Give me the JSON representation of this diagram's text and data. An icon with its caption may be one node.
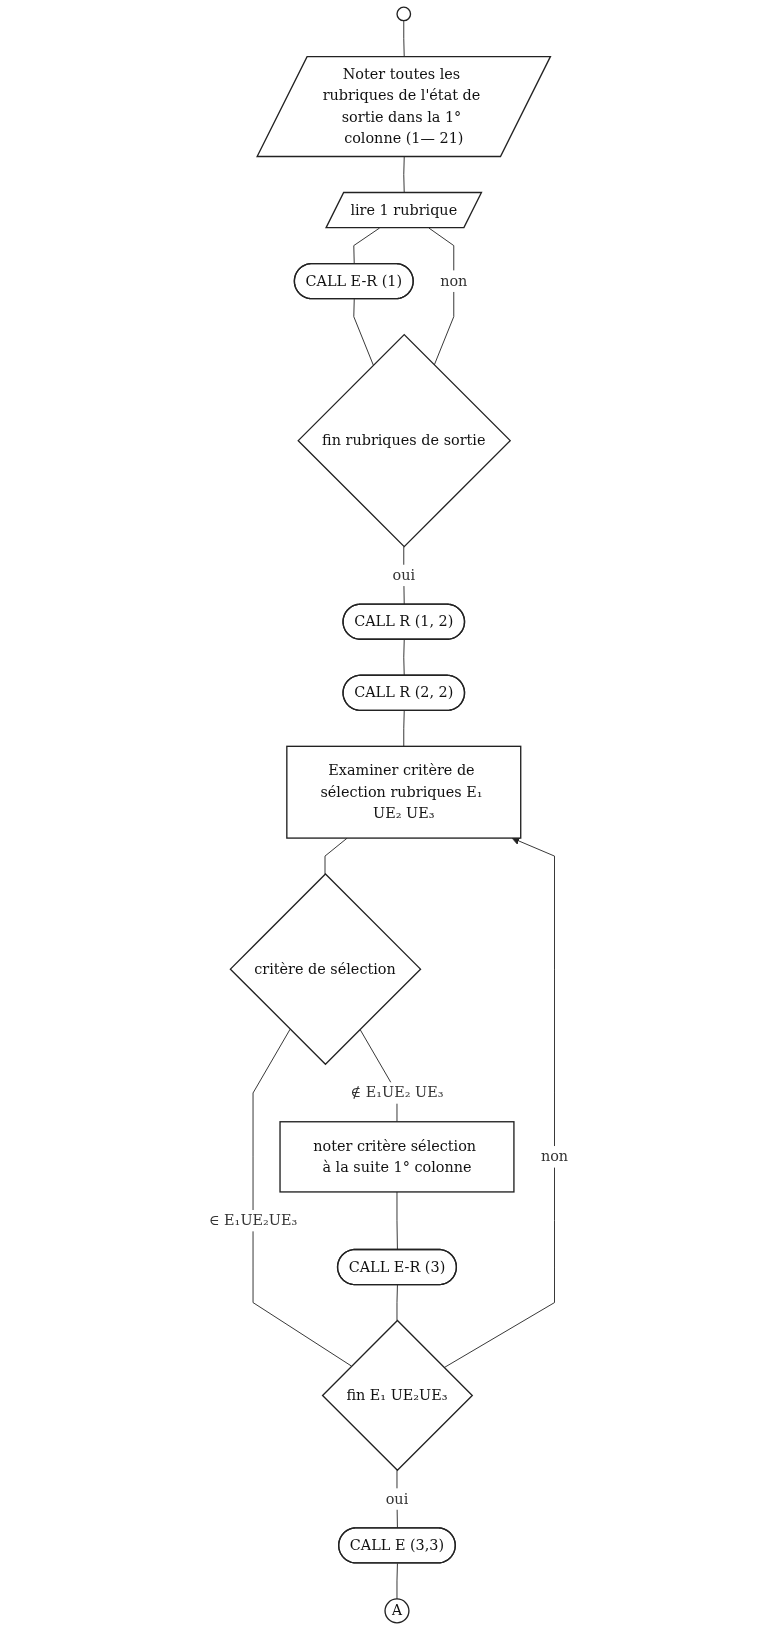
{
  "diagram": {
    "nodes": [
      {
        "text": [],
        "shape": "circle"
      },
      {
        "text": [
          "Noter toutes les rubriques de l'état de sortie dans la 1° colonne (1— 21)"
        ]
      },
      {
        "text": [
          "lire 1 rubrique"
        ]
      },
      {
        "text": [
          "CALL E-R (1)"
        ]
      },
      {
        "text": [
          "fin rubriques de sortie"
        ]
      },
      {
        "text": [
          "CALL R (1, 2)"
        ]
      },
      {
        "text": [
          "CALL R (2, 2)"
        ]
      },
      {
        "text": [
          "Examiner critère de sélection rubriques E₁ UE₂ UE₃"
        ]
      },
      {
        "text": [
          "critère de sélection"
        ]
      },
      {
        "text": [
          "noter critère sélection à la suite 1° colonne"
        ]
      },
      {
        "text": [
          "CALL E-R (3)"
        ]
      },
      {
        "text": [
          "fin E₁ UE₂UE₃"
        ]
      },
      {
        "text": [
          "CALL E (3,3)"
        ]
      },
      {
        "text": [
          "A"
        ]
      }
    ],
    "edges": [
      {
        "from": 0,
        "to": 1,
        "arrow": "none"
      },
      {
        "from": 1,
        "to": 2,
        "arrow": "none"
      },
      {
        "from": 2,
        "to": 3,
        "arrow": "none"
      },
      {
        "from": 3,
        "to": 4,
        "arrow": "none"
      },
      {
        "from": 4,
        "to": 2,
        "arrow": "none",
        "label": "non"
      },
      {
        "from": 4,
        "to": 5,
        "arrow": "none",
        "label": "oui"
      },
      {
        "from": 5,
        "to": 6,
        "arrow": "none"
      },
      {
        "from": 6,
        "to": 7,
        "arrow": "none"
      },
      {
        "from": 7,
        "to": 8,
        "arrow": "none"
      },
      {
        "from": 8,
        "to": 11,
        "arrow": "none",
        "label": "∈ E₁UE₂UE₃"
      },
      {
        "from": 8,
        "to": 9,
        "arrow": "none",
        "label": "∉ E₁UE₂ UE₃"
      },
      {
        "from": 9,
        "to": 10,
        "arrow": "none"
      },
      {
        "from": 10,
        "to": 11,
        "arrow": "none"
      },
      {
        "from": 11,
        "to": 7,
        "arrow": "to",
        "label": "non"
      },
      {
        "from": 11,
        "to": 12,
        "arrow": "none",
        "label": "oui"
      },
      {
        "from": 12,
        "to": 13,
        "arrow": "none"
      }
    ]
  }
}
